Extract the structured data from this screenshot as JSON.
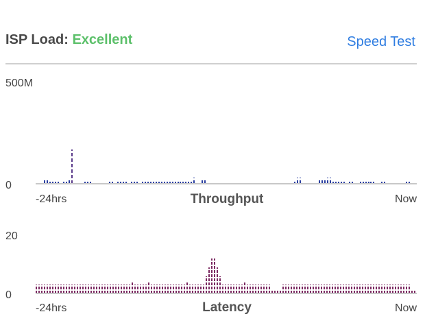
{
  "header": {
    "label": "ISP Load:",
    "status": "Excellent",
    "speed_test": "Speed Test"
  },
  "colors": {
    "status_green": "#5cc06a",
    "link_blue": "#2f7de1",
    "throughput": "#2b3fa0",
    "throughput_peak": "#5a3a8a",
    "latency": "#7a2860"
  },
  "chart_data": [
    {
      "type": "bar",
      "title": "Throughput",
      "ylabel_top": "500M",
      "ylabel_bottom": "0",
      "x_start": "-24hrs",
      "x_end": "Now",
      "ylim": [
        0,
        500
      ],
      "unit": "Mbps",
      "values": [
        0,
        0,
        0,
        16,
        16,
        3,
        3,
        3,
        3,
        0,
        3,
        3,
        16,
        170,
        0,
        0,
        0,
        0,
        3,
        3,
        3,
        0,
        0,
        0,
        0,
        0,
        0,
        5,
        5,
        0,
        3,
        3,
        3,
        3,
        0,
        3,
        3,
        3,
        0,
        3,
        5,
        8,
        8,
        10,
        10,
        12,
        12,
        10,
        10,
        12,
        12,
        10,
        10,
        8,
        10,
        12,
        12,
        12,
        30,
        0,
        0,
        16,
        16,
        0,
        0,
        0,
        0,
        0,
        0,
        0,
        0,
        0,
        0,
        0,
        0,
        0,
        0,
        0,
        0,
        0,
        0,
        0,
        0,
        0,
        0,
        0,
        0,
        0,
        0,
        0,
        0,
        0,
        0,
        0,
        0,
        3,
        30,
        30,
        0,
        0,
        0,
        0,
        0,
        0,
        16,
        16,
        16,
        30,
        30,
        3,
        10,
        10,
        3,
        3,
        0,
        5,
        5,
        0,
        0,
        3,
        5,
        5,
        10,
        10,
        3,
        0,
        0,
        3,
        3,
        0,
        0,
        0,
        0,
        0,
        0,
        0,
        5,
        5,
        0,
        0
      ]
    },
    {
      "type": "bar",
      "title": "Latency",
      "ylabel_top": "20",
      "ylabel_bottom": "0",
      "x_start": "-24hrs",
      "x_end": "Now",
      "ylim": [
        0,
        20
      ],
      "unit": "ms",
      "values": [
        3,
        3,
        3,
        3,
        3,
        3,
        3,
        3,
        3,
        3,
        3,
        3,
        3,
        3,
        3,
        3,
        3,
        3,
        3,
        3,
        3,
        3,
        3,
        3,
        3,
        3,
        3,
        3,
        3,
        3,
        3,
        3,
        3,
        3,
        3,
        4,
        3,
        3,
        3,
        3,
        3,
        4,
        3,
        3,
        3,
        3,
        3,
        3,
        3,
        3,
        3,
        3,
        3,
        3,
        3,
        4,
        3,
        3,
        3,
        3,
        3,
        3,
        6,
        9,
        12,
        12,
        9,
        6,
        3,
        3,
        3,
        3,
        3,
        3,
        3,
        3,
        4,
        3,
        3,
        3,
        3,
        3,
        3,
        3,
        3,
        3,
        1.5,
        1.5,
        1.5,
        1.5,
        3,
        3,
        3,
        3,
        3,
        3,
        3,
        3,
        3,
        3,
        3,
        3,
        3,
        3,
        3,
        3,
        3,
        3,
        3,
        3,
        3,
        3,
        3,
        3,
        3,
        3,
        3,
        3,
        3,
        3,
        3,
        3,
        3,
        3,
        3,
        3,
        3,
        3,
        3,
        3,
        3,
        3,
        3,
        3,
        3,
        3,
        3,
        1.5,
        1.5
      ]
    }
  ]
}
